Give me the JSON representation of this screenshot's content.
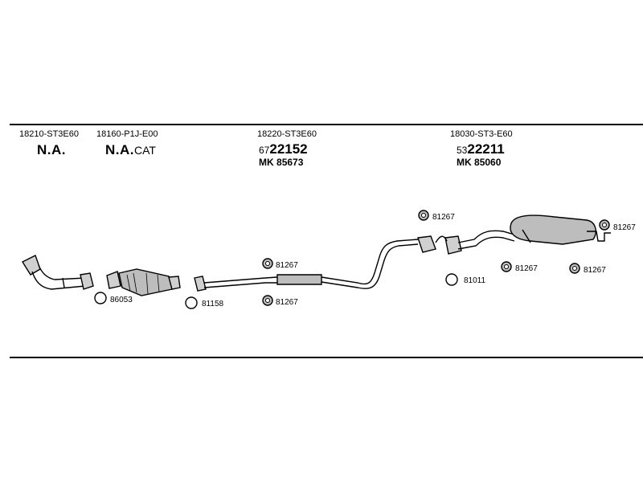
{
  "colors": {
    "line": "#000000",
    "part_fill": "#bdbdbd",
    "background": "#ffffff"
  },
  "sections": [
    {
      "part_no": "18210-ST3E60",
      "main": "N.A."
    },
    {
      "part_no": "18160-P1J-E00",
      "main": "N.A.",
      "suffix": "CAT"
    },
    {
      "part_no": "18220-ST3E60",
      "prefix": "67",
      "number": "22152",
      "mk_label": "MK",
      "mk_number": "85673"
    },
    {
      "part_no": "18030-ST3-E60",
      "prefix": "53",
      "number": "22211",
      "mk_label": "MK",
      "mk_number": "85060"
    }
  ],
  "hardware_tags": [
    "86053",
    "81158",
    "81267",
    "81267",
    "81267",
    "81011",
    "81267",
    "81267",
    "81267"
  ],
  "icons": [
    "gasket-ring-icon",
    "rubber-hanger-icon",
    "exhaust-pipe-icon",
    "catalytic-converter-icon",
    "silencer-icon",
    "muffler-icon"
  ]
}
